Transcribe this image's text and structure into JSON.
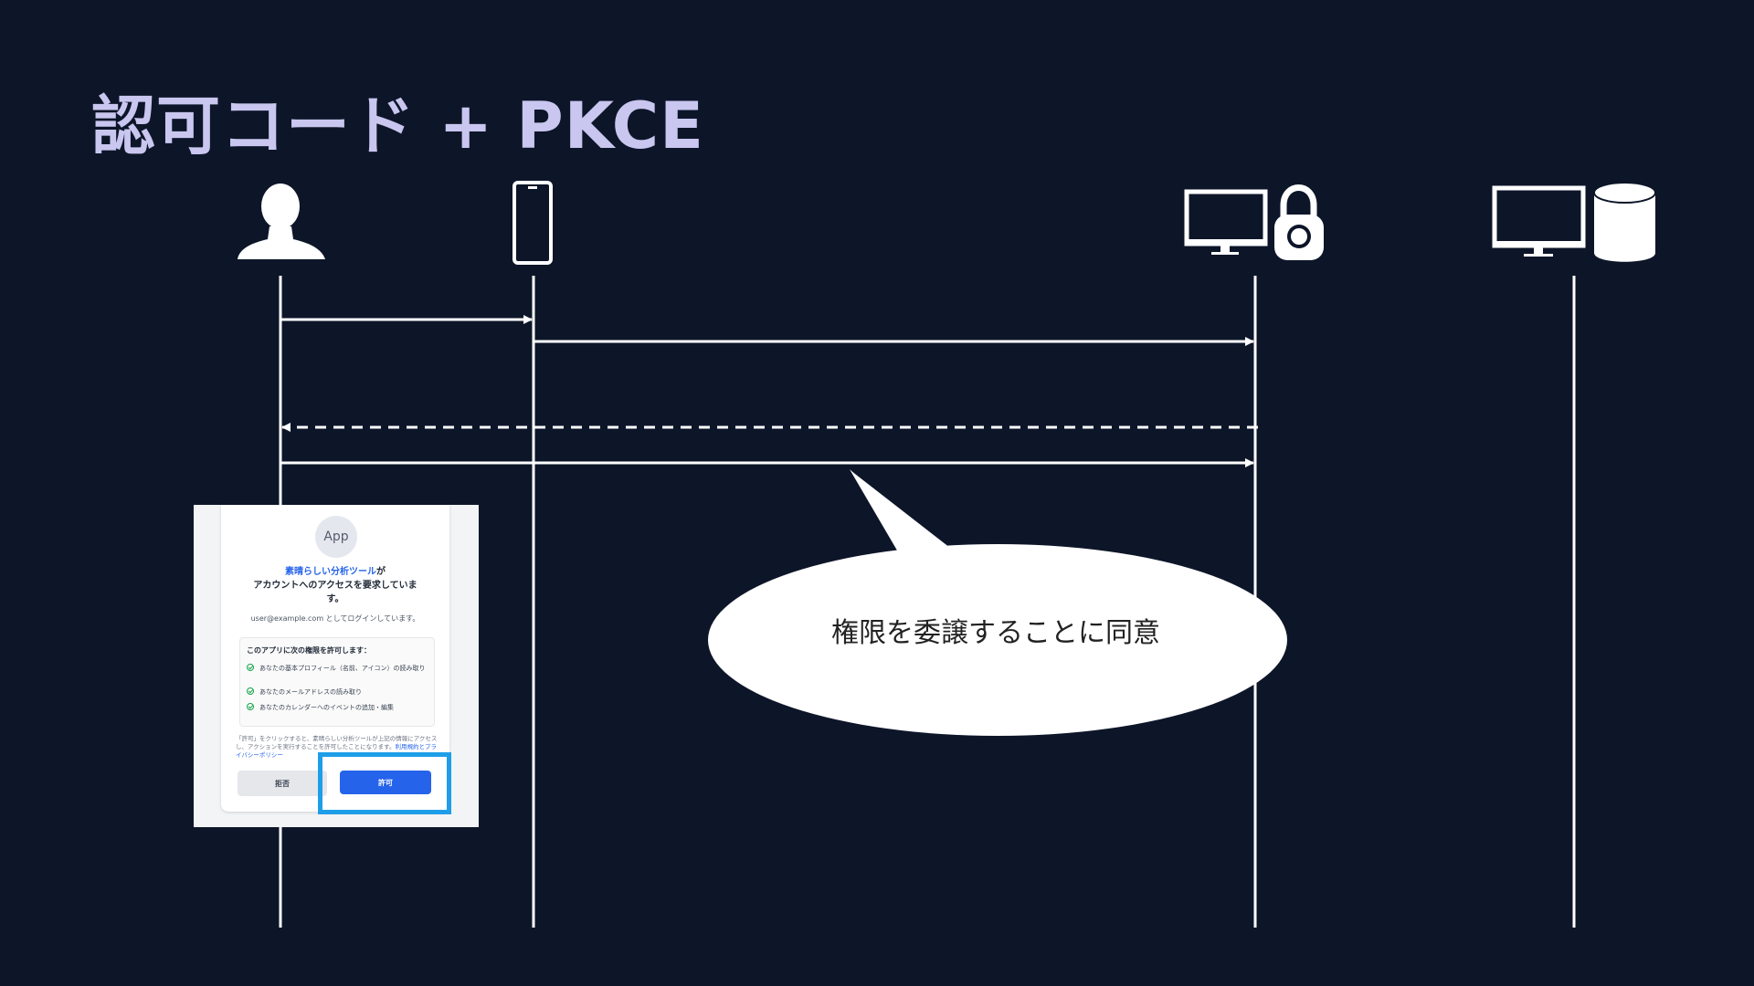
{
  "slide": {
    "title": "認可コード + PKCE"
  },
  "participants": [
    {
      "name": "user-icon"
    },
    {
      "name": "smartphone-icon"
    },
    {
      "name": "authorization-server-icon"
    },
    {
      "name": "resource-server-icon"
    }
  ],
  "callout": {
    "text": "権限を委譲することに同意"
  },
  "consent_screen": {
    "app_avatar": "App",
    "app_name": "素晴らしい分析ツール",
    "request_suffix": "が",
    "request_line2": "アカウントへのアクセスを要求していま",
    "request_line3": "す。",
    "login_text": "user@example.com としてログインしています。",
    "permission_heading": "このアプリに次の権限を許可します：",
    "permissions": [
      "あなたの基本プロフィール（名前、アイコン）の読み取り",
      "あなたのメールアドレスの読み取り",
      "あなたのカレンダーへのイベントの追加・編集"
    ],
    "terms_text": "「許可」をクリックすると、素晴らしい分析ツールが上記の情報にアクセスし、アクションを実行することを許可したことになります。",
    "terms_link": "利用規約とプライバシーポリシー",
    "deny_label": "拒否",
    "allow_label": "許可"
  },
  "colors": {
    "background": "#0d1629",
    "title": "#c9c6ef",
    "lines": "#ffffff",
    "highlight": "#1e9ee8",
    "allow_button": "#2563eb"
  }
}
